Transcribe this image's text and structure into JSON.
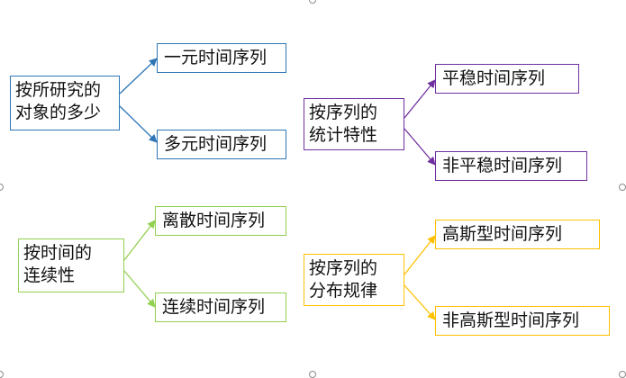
{
  "colors": {
    "blue": "#2e75b6",
    "purple": "#7030a0",
    "green": "#92d050",
    "gold": "#ffc000",
    "text": "#111111",
    "handle": "#8a8a8a"
  },
  "groups": {
    "quantity": {
      "root": [
        "按所研究的",
        "对象的多少"
      ],
      "children": [
        "一元时间序列",
        "多元时间序列"
      ]
    },
    "stats": {
      "root": [
        "按序列的",
        "统计特性"
      ],
      "children": [
        "平稳时间序列",
        "非平稳时间序列"
      ]
    },
    "continuity": {
      "root": [
        "按时间的",
        "连续性"
      ],
      "children": [
        "离散时间序列",
        "连续时间序列"
      ]
    },
    "distribution": {
      "root": [
        "按序列的",
        "分布规律"
      ],
      "children": [
        "高斯型时间序列",
        "非高斯型时间序列"
      ]
    }
  }
}
